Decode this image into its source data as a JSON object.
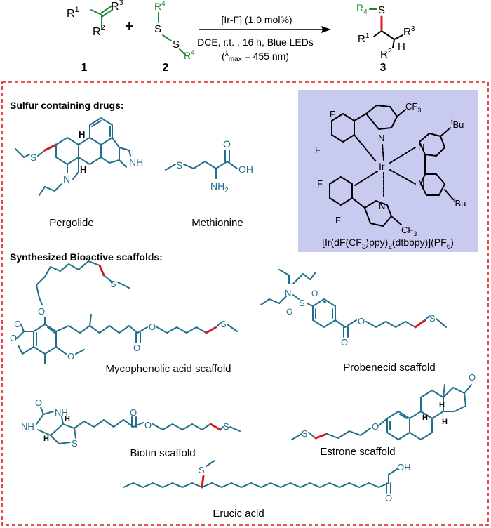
{
  "colors": {
    "teal": "#1f6f8b",
    "green": "#1d8a2f",
    "red": "#e0161b",
    "panel": "#c9caf0",
    "dashed_border": "#e0161b"
  },
  "scheme": {
    "alkene": {
      "r1": "R",
      "r1_sup": "1",
      "r2": "R",
      "r2_sup": "2",
      "r3": "R",
      "r3_sup": "3"
    },
    "plus": "+",
    "disulfide": {
      "r4": "R",
      "r4_sup": "4",
      "s": "S"
    },
    "conditions": {
      "catalyst": "[Ir-F] (1.0 mol%)",
      "line2": "DCE, r.t. , 16 h, Blue LEDs",
      "lambda_open": "(",
      "lambda_symbol": "λ",
      "lambda_sub": "max",
      "lambda_value": " = 455 nm)"
    },
    "product": {
      "r4": "R",
      "r4_sub": "4",
      "s": "S",
      "r1": "R",
      "r1_sup": "1",
      "r2": "R",
      "r2_sup": "2",
      "r3": "R",
      "r3_sup": "3",
      "h": "H"
    },
    "compound_numbers": [
      "1",
      "2",
      "3"
    ]
  },
  "drugs": {
    "heading": "Sulfur containing drugs:",
    "items": [
      {
        "name": "Pergolide",
        "atoms": [
          "S",
          "N",
          "NH",
          "H",
          "H"
        ]
      },
      {
        "name": "Methionine",
        "atoms": [
          "S",
          "OH",
          "O",
          "NH",
          "2"
        ]
      }
    ]
  },
  "catalyst_panel": {
    "formula_parts": [
      "[Ir(dF(CF",
      "3",
      ")ppy)",
      "2",
      "(dtbbpy)](PF",
      "6",
      ")"
    ],
    "atoms": [
      "F",
      "F",
      "F",
      "F",
      "CF",
      "3",
      "CF",
      "3",
      "N",
      "N",
      "N",
      "N",
      "Ir",
      "t",
      "Bu",
      "t",
      "Bu"
    ]
  },
  "scaffolds": {
    "heading": "Synthesized Bioactive scaffolds:",
    "items": [
      {
        "name": "Mycophenolic acid scaffold",
        "atoms": [
          "S",
          "O",
          "O",
          "O",
          "O",
          "O",
          "O",
          "S"
        ]
      },
      {
        "name": "Probenecid scaffold",
        "atoms": [
          "N",
          "S",
          "O",
          "O",
          "O",
          "O",
          "S"
        ]
      },
      {
        "name": "Biotin scaffold",
        "atoms": [
          "O",
          "NH",
          "NH",
          "H",
          "H",
          "S",
          "O",
          "O",
          "S"
        ]
      },
      {
        "name": "Estrone scaffold",
        "atoms": [
          "S",
          "O",
          "O",
          "H",
          "H",
          "H"
        ]
      },
      {
        "name": "Erucic acid",
        "atoms": [
          "S",
          "OH",
          "O"
        ]
      }
    ]
  }
}
